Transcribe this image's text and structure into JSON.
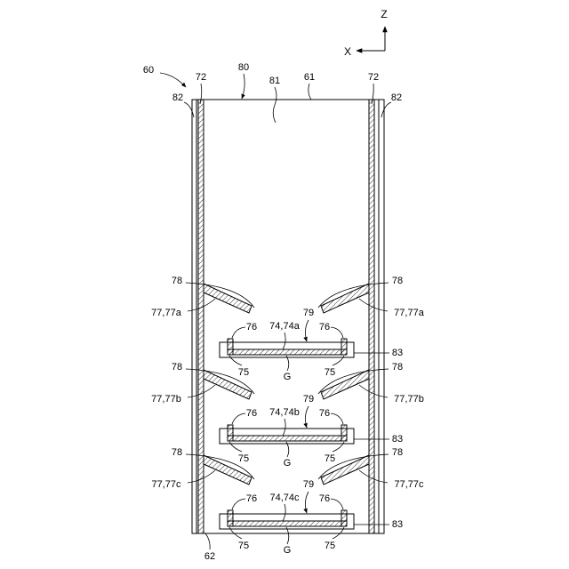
{
  "axes": {
    "z": "Z",
    "x": "X"
  },
  "labels": {
    "assembly": "60",
    "outer_tube": "80",
    "interior": "81",
    "top_wall": "61",
    "bottom_wall": "62",
    "wall_left": "72",
    "wall_right": "72",
    "side_left": "82",
    "side_right": "82",
    "tiers": [
      {
        "fin_ref_left": "78",
        "fin_left": "77,77a",
        "fin_ref_right": "78",
        "fin_right": "77,77a",
        "gap_arrow": "79",
        "tab_left": "76",
        "tray": "74,74a",
        "tab_right": "76",
        "frame": "83",
        "foot_left": "75",
        "gap": "G",
        "foot_right": "75"
      },
      {
        "fin_ref_left": "78",
        "fin_left": "77,77b",
        "fin_ref_right": "78",
        "fin_right": "77,77b",
        "gap_arrow": "79",
        "tab_left": "76",
        "tray": "74,74b",
        "tab_right": "76",
        "frame": "83",
        "foot_left": "75",
        "gap": "G",
        "foot_right": "75"
      },
      {
        "fin_ref_left": "78",
        "fin_left": "77,77c",
        "fin_ref_right": "78",
        "fin_right": "77,77c",
        "gap_arrow": "79",
        "tab_left": "76",
        "tray": "74,74c",
        "tab_right": "76",
        "frame": "83",
        "foot_left": "75",
        "gap": "G",
        "foot_right": "75"
      }
    ]
  }
}
